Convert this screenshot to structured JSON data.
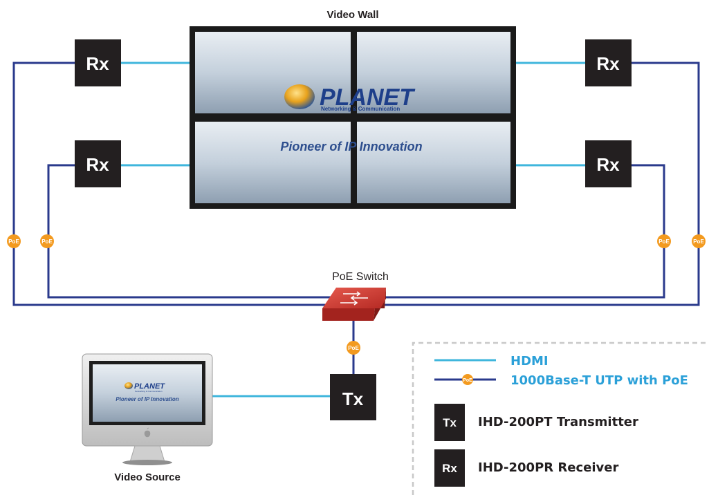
{
  "video_wall": {
    "title": "Video Wall",
    "logo_text": "PLANET",
    "logo_tagline": "Networking & Communication",
    "slogan": "Pioneer of IP Innovation"
  },
  "receiver_label": "Rx",
  "transmitter_label": "Tx",
  "poe_badge": "PoE",
  "switch": {
    "label": "PoE Switch"
  },
  "video_source": {
    "label": "Video Source",
    "logo_text": "PLANET",
    "logo_tagline": "Networking & Communication",
    "slogan": "Pioneer of IP Innovation"
  },
  "legend": {
    "hdmi": "HDMI",
    "utp": "1000Base-T UTP with PoE",
    "tx_code": "Tx",
    "tx_desc": "IHD-200PT Transmitter",
    "rx_code": "Rx",
    "rx_desc": "IHD-200PR Receiver"
  },
  "colors": {
    "hdmi": "#3fb6dc",
    "utp": "#2a3a8c",
    "poe": "#f39a1f",
    "box": "#231f20",
    "switch": "#c9302c",
    "legend_text": "#2ba0d8"
  }
}
